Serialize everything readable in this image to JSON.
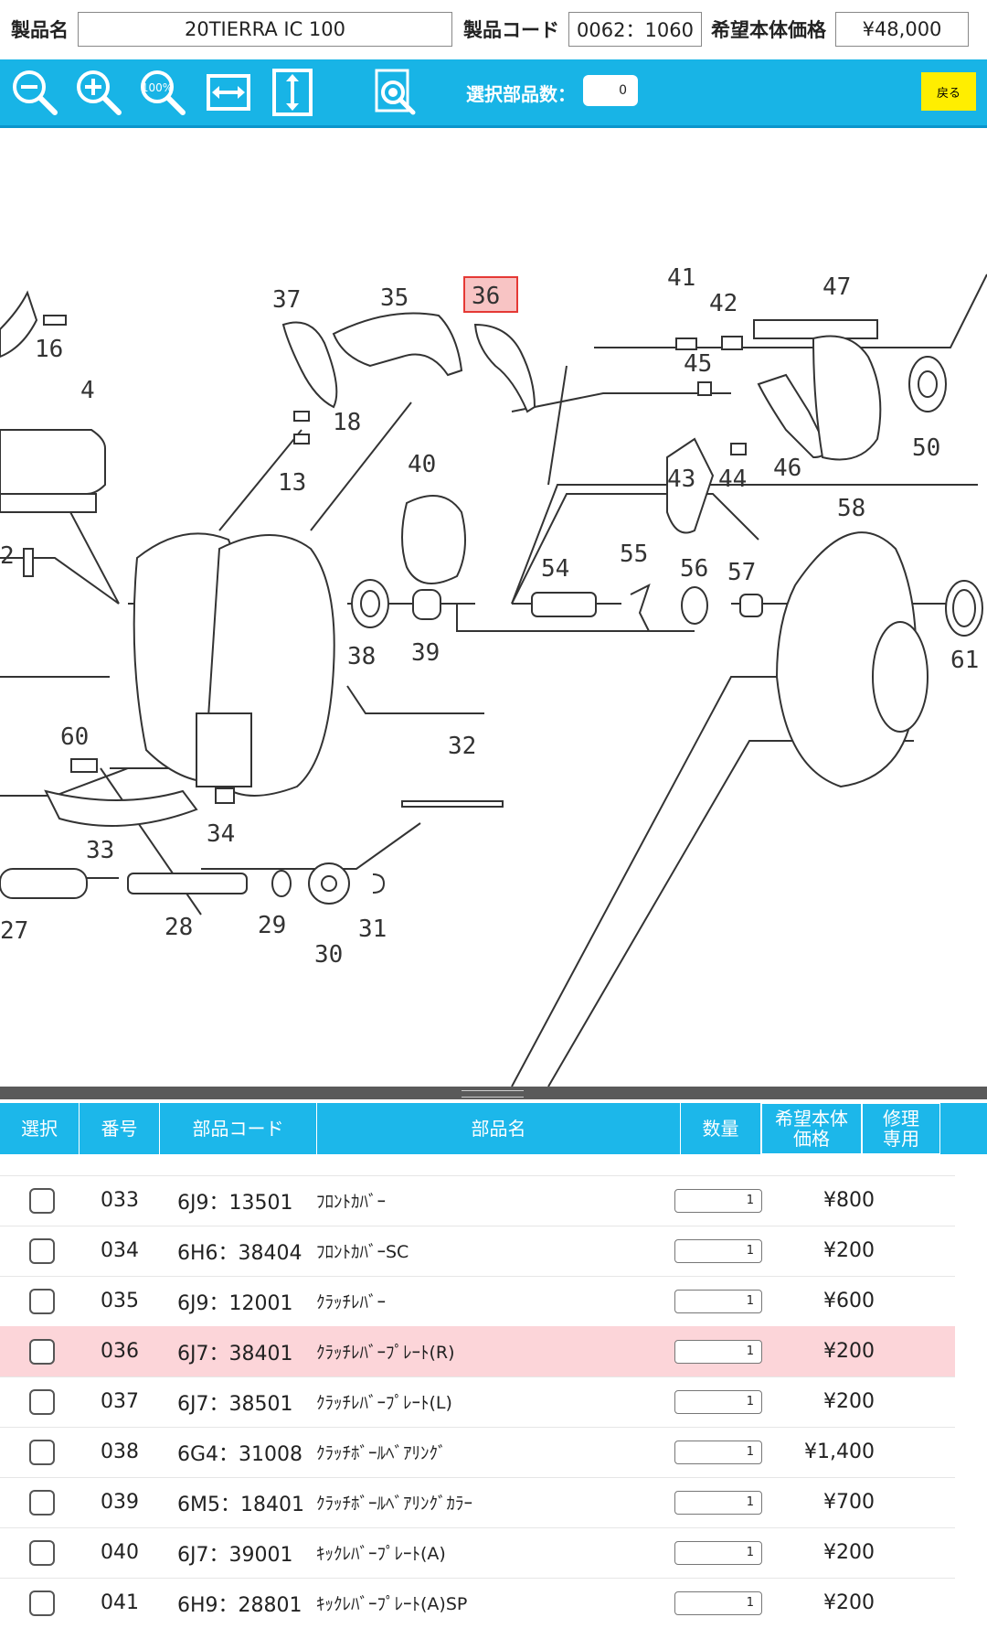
{
  "header": {
    "product_name_label": "製品名",
    "product_name": "20TIERRA IC 100",
    "product_code_label": "製品コード",
    "product_code": "0062：1060",
    "price_label": "希望本体価格",
    "price": "¥48,000"
  },
  "toolbar": {
    "selected_count_label": "選択部品数：",
    "selected_count": "0",
    "back_label": "戻る",
    "zoom_100_label": "100%"
  },
  "diagram": {
    "highlighted_label": "36",
    "labels": [
      "16",
      "4",
      "37",
      "35",
      "36",
      "41",
      "42",
      "47",
      "45",
      "18",
      "40",
      "13",
      "43",
      "44",
      "46",
      "50",
      "58",
      "54",
      "55",
      "56",
      "57",
      "38",
      "39",
      "61",
      "60",
      "32",
      "34",
      "33",
      "27",
      "28",
      "29",
      "31",
      "30",
      "2"
    ]
  },
  "table": {
    "headers": {
      "select": "選択",
      "number": "番号",
      "code": "部品コード",
      "name": "部品名",
      "qty": "数量",
      "price": "希望本体価格",
      "repair": "修理専用"
    },
    "rows": [
      {
        "no": "033",
        "code": "6J9：13501",
        "name": "ﾌﾛﾝﾄｶﾊﾞｰ",
        "qty": "1",
        "price": "¥800",
        "highlight": false
      },
      {
        "no": "034",
        "code": "6H6：38404",
        "name": "ﾌﾛﾝﾄｶﾊﾞｰSC",
        "qty": "1",
        "price": "¥200",
        "highlight": false
      },
      {
        "no": "035",
        "code": "6J9：12001",
        "name": "ｸﾗｯﾁﾚﾊﾞｰ",
        "qty": "1",
        "price": "¥600",
        "highlight": false
      },
      {
        "no": "036",
        "code": "6J7：38401",
        "name": "ｸﾗｯﾁﾚﾊﾞｰﾌﾟﾚｰﾄ(R)",
        "qty": "1",
        "price": "¥200",
        "highlight": true
      },
      {
        "no": "037",
        "code": "6J7：38501",
        "name": "ｸﾗｯﾁﾚﾊﾞｰﾌﾟﾚｰﾄ(L)",
        "qty": "1",
        "price": "¥200",
        "highlight": false
      },
      {
        "no": "038",
        "code": "6G4：31008",
        "name": "ｸﾗｯﾁﾎﾞｰﾙﾍﾞｱﾘﾝｸﾞ",
        "qty": "1",
        "price": "¥1,400",
        "highlight": false
      },
      {
        "no": "039",
        "code": "6M5：18401",
        "name": "ｸﾗｯﾁﾎﾞｰﾙﾍﾞｱﾘﾝｸﾞｶﾗｰ",
        "qty": "1",
        "price": "¥700",
        "highlight": false
      },
      {
        "no": "040",
        "code": "6J7：39001",
        "name": "ｷｯｸﾚﾊﾞｰﾌﾟﾚｰﾄ(A)",
        "qty": "1",
        "price": "¥200",
        "highlight": false
      },
      {
        "no": "041",
        "code": "6H9：28801",
        "name": "ｷｯｸﾚﾊﾞｰﾌﾟﾚｰﾄ(A)SP",
        "qty": "1",
        "price": "¥200",
        "highlight": false
      }
    ]
  }
}
